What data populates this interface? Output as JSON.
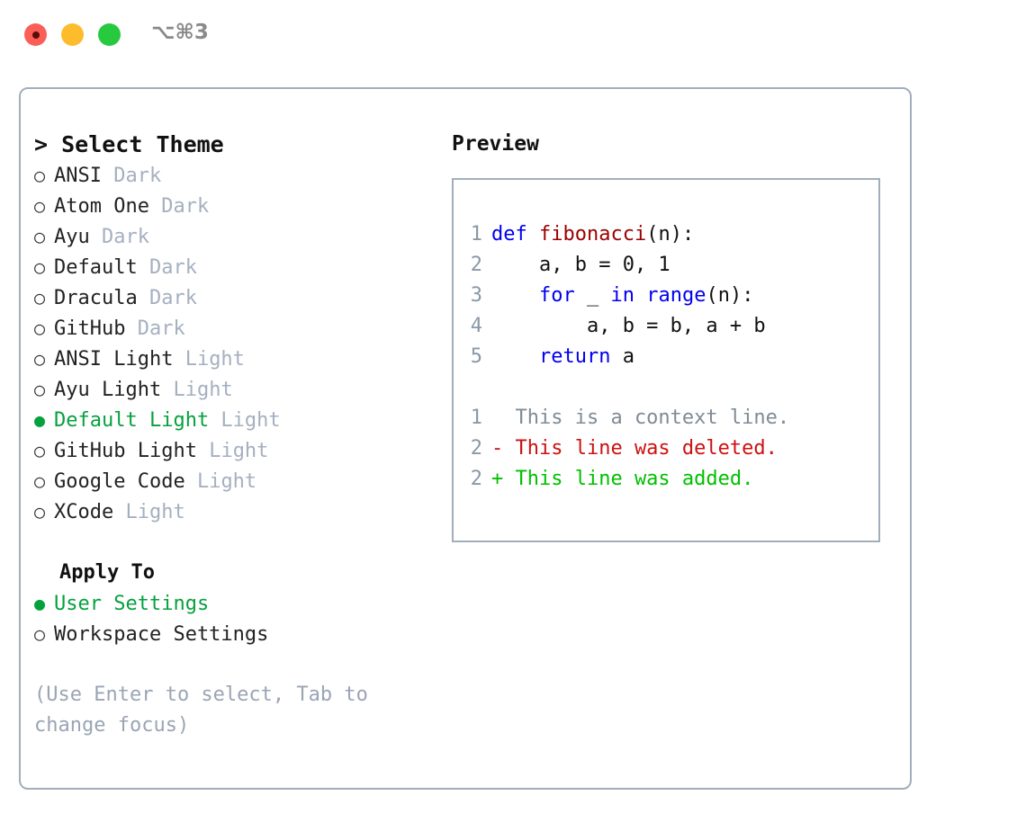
{
  "titlebar": {
    "shortcut": "⌥⌘3",
    "lights": [
      "close-red",
      "minimize-amber",
      "maximize-green"
    ]
  },
  "left": {
    "prompt": "> Select Theme",
    "themes": [
      {
        "marker": "○",
        "name": "ANSI",
        "badge": " Dark",
        "selected": false
      },
      {
        "marker": "○",
        "name": "Atom One",
        "badge": " Dark",
        "selected": false
      },
      {
        "marker": "○",
        "name": "Ayu",
        "badge": " Dark",
        "selected": false
      },
      {
        "marker": "○",
        "name": "Default",
        "badge": " Dark",
        "selected": false
      },
      {
        "marker": "○",
        "name": "Dracula",
        "badge": " Dark",
        "selected": false
      },
      {
        "marker": "○",
        "name": "GitHub",
        "badge": " Dark",
        "selected": false
      },
      {
        "marker": "○",
        "name": "ANSI Light",
        "badge": " Light",
        "selected": false
      },
      {
        "marker": "○",
        "name": "Ayu Light",
        "badge": " Light",
        "selected": false
      },
      {
        "marker": "●",
        "name": "Default Light",
        "badge": " Light",
        "selected": true
      },
      {
        "marker": "○",
        "name": "GitHub Light",
        "badge": " Light",
        "selected": false
      },
      {
        "marker": "○",
        "name": "Google Code",
        "badge": " Light",
        "selected": false
      },
      {
        "marker": "○",
        "name": "XCode",
        "badge": " Light",
        "selected": false
      }
    ],
    "apply_to_header": "Apply To",
    "apply_to": [
      {
        "marker": "●",
        "name": "User Settings",
        "selected": true
      },
      {
        "marker": "○",
        "name": "Workspace Settings",
        "selected": false
      }
    ],
    "hint": "(Use Enter to select, Tab to change focus)"
  },
  "right": {
    "title": "Preview",
    "code_lines": [
      {
        "num": "1",
        "tokens": [
          {
            "t": "def ",
            "c": "kw"
          },
          {
            "t": "fibonacci",
            "c": "fn"
          },
          {
            "t": "(n):",
            "c": "plain"
          }
        ]
      },
      {
        "num": "2",
        "tokens": [
          {
            "t": "    a, b = 0, 1",
            "c": "plain"
          }
        ]
      },
      {
        "num": "3",
        "tokens": [
          {
            "t": "    ",
            "c": "plain"
          },
          {
            "t": "for",
            "c": "kw"
          },
          {
            "t": " _ ",
            "c": "plain"
          },
          {
            "t": "in",
            "c": "kw"
          },
          {
            "t": " ",
            "c": "plain"
          },
          {
            "t": "range",
            "c": "kw"
          },
          {
            "t": "(n):",
            "c": "plain"
          }
        ]
      },
      {
        "num": "4",
        "tokens": [
          {
            "t": "        a, b = b, a + b",
            "c": "plain"
          }
        ]
      },
      {
        "num": "5",
        "tokens": [
          {
            "t": "    ",
            "c": "plain"
          },
          {
            "t": "return",
            "c": "kw"
          },
          {
            "t": " a",
            "c": "plain"
          }
        ]
      }
    ],
    "diff_lines": [
      {
        "num": "1",
        "text": "  This is a context line.",
        "kind": "ctx"
      },
      {
        "num": "2",
        "text": "- This line was deleted.",
        "kind": "del"
      },
      {
        "num": "2",
        "text": "+ This line was added.",
        "kind": "add"
      }
    ]
  },
  "colors": {
    "accent_green": "#06a13e",
    "border": "#a3aebd",
    "muted": "#a5b0bf",
    "keyword_blue": "#0000ee",
    "function_red": "#9b0000",
    "diff_add": "#00c000",
    "diff_del": "#cc1111",
    "line_number": "#8b98a8"
  }
}
